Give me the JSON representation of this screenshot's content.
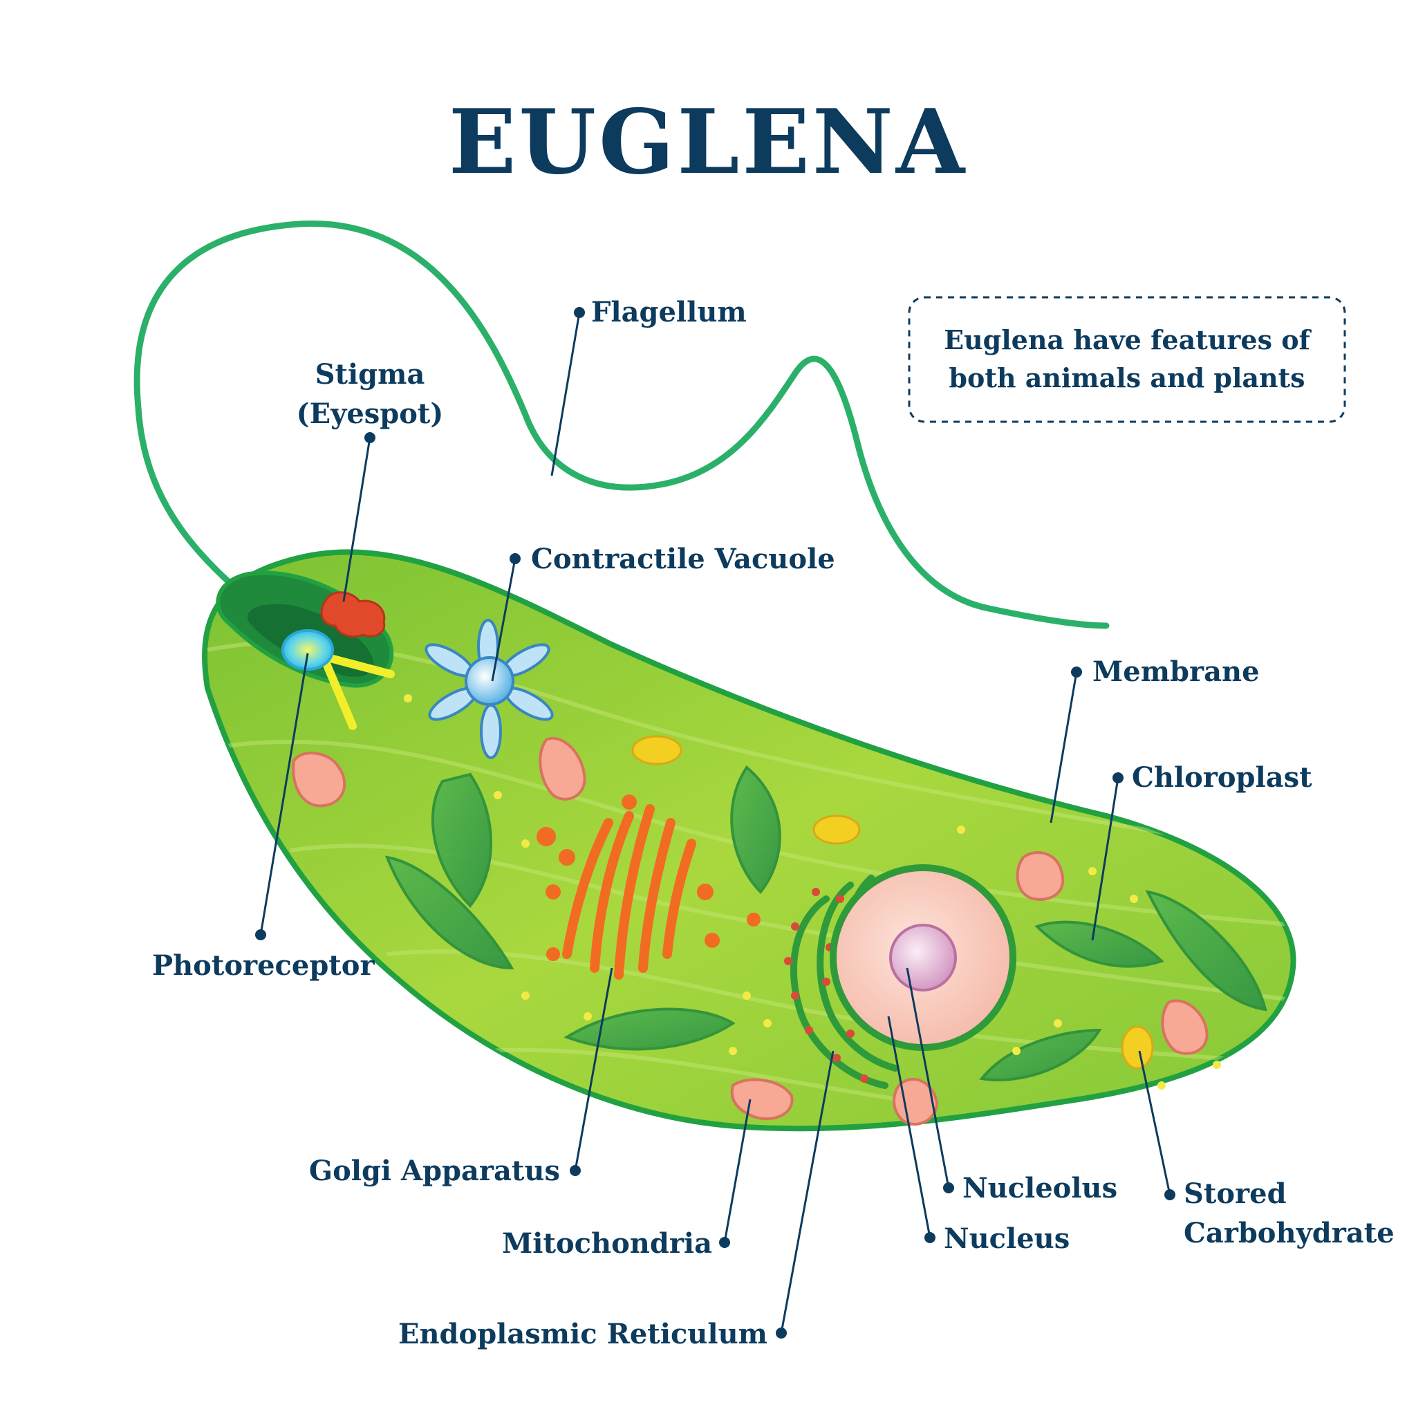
{
  "title": "EUGLENA",
  "note": {
    "line1": "Euglena have features of",
    "line2": "both animals and plants"
  },
  "labels": {
    "flagellum": "Flagellum",
    "stigma_line1": "Stigma",
    "stigma_line2": "(Eyespot)",
    "contractile_vacuole": "Contractile Vacuole",
    "membrane": "Membrane",
    "chloroplast": "Chloroplast",
    "photoreceptor": "Photoreceptor",
    "golgi_apparatus": "Golgi Apparatus",
    "mitochondria": "Mitochondria",
    "endoplasmic_reticulum": "Endoplasmic Reticulum",
    "nucleolus": "Nucleolus",
    "nucleus": "Nucleus",
    "stored_carb_line1": "Stored",
    "stored_carb_line2": "Carbohydrate"
  },
  "colors": {
    "title": "#0d3b5e",
    "cell_body": "#8fcd3a",
    "membrane": "#22a142",
    "flagellum": "#2bb06a",
    "chloroplast": "#3aa548",
    "mitochondria": "#f29a86",
    "golgi": "#f26b22",
    "nucleus": "#f9c9bd",
    "stigma": "#e04a2a",
    "vacuole": "#4aa8e0",
    "stored_carbohydrate": "#f3cf22"
  }
}
